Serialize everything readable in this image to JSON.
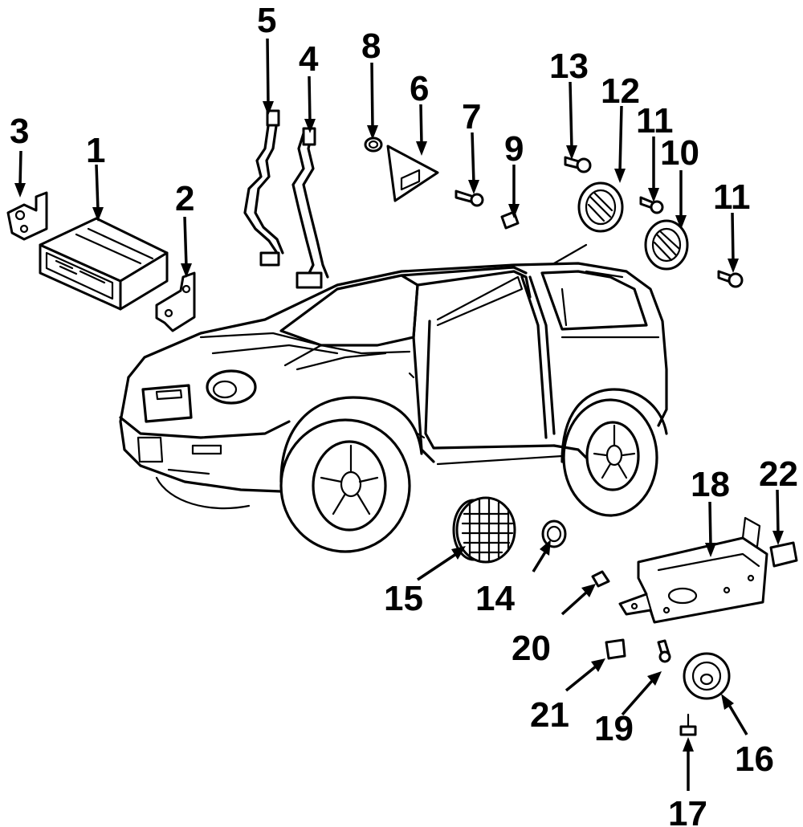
{
  "callouts": [
    {
      "id": "1",
      "text": "1",
      "part": "radio-receiver"
    },
    {
      "id": "2",
      "text": "2",
      "part": "radio-bracket-right"
    },
    {
      "id": "3",
      "text": "3",
      "part": "radio-bracket-left"
    },
    {
      "id": "4",
      "text": "4",
      "part": "antenna-cable"
    },
    {
      "id": "5",
      "text": "5",
      "part": "radio-harness"
    },
    {
      "id": "6",
      "text": "6",
      "part": "mirror-trim-tweeter"
    },
    {
      "id": "7",
      "text": "7",
      "part": "screw"
    },
    {
      "id": "8",
      "text": "8",
      "part": "retainer-nut"
    },
    {
      "id": "9",
      "text": "9",
      "part": "clip"
    },
    {
      "id": "10",
      "text": "10",
      "part": "rear-speaker"
    },
    {
      "id": "11",
      "text": "11",
      "part": "screw"
    },
    {
      "id": "12",
      "text": "12",
      "part": "speaker-bezel"
    },
    {
      "id": "13",
      "text": "13",
      "part": "screw"
    },
    {
      "id": "14",
      "text": "14",
      "part": "tweeter"
    },
    {
      "id": "15",
      "text": "15",
      "part": "front-door-speaker"
    },
    {
      "id": "16",
      "text": "16",
      "part": "subwoofer-speaker"
    },
    {
      "id": "17",
      "text": "17",
      "part": "bolt"
    },
    {
      "id": "18",
      "text": "18",
      "part": "amplifier-bracket"
    },
    {
      "id": "19",
      "text": "19",
      "part": "screw"
    },
    {
      "id": "20",
      "text": "20",
      "part": "clip"
    },
    {
      "id": "21",
      "text": "21",
      "part": "insulator-pad"
    },
    {
      "id": "22",
      "text": "22",
      "part": "label"
    }
  ]
}
